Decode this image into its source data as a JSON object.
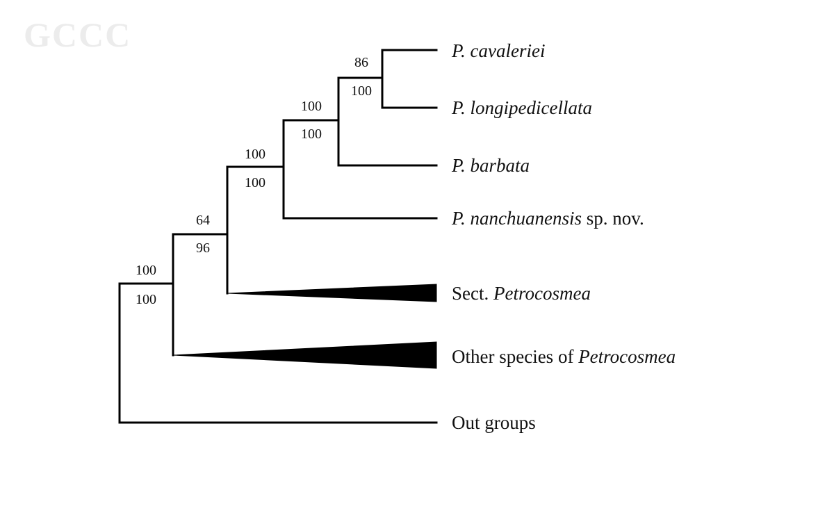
{
  "watermark": "GCCC",
  "taxa": {
    "cavaleriei": {
      "italic": "P. cavaleriei",
      "plain": ""
    },
    "longipedicellata": {
      "italic": "P. longipedicellata",
      "plain": ""
    },
    "barbata": {
      "italic": "P. barbata",
      "plain": ""
    },
    "nanchuanensis": {
      "italic": "P. nanchuanensis",
      "plain": " sp. nov."
    },
    "sect_petrocosmea": {
      "plain": "Sect. ",
      "italic": "Petrocosmea"
    },
    "other_species": {
      "plain": "Other species of ",
      "italic": "Petrocosmea"
    },
    "outgroups": {
      "plain": "Out groups"
    }
  },
  "support": {
    "node_cavaleriei_longipedicellata": {
      "top": "86",
      "bottom": "100"
    },
    "node_with_barbata": {
      "top": "100",
      "bottom": "100"
    },
    "node_with_nanchuanensis": {
      "top": "100",
      "bottom": "100"
    },
    "node_with_sect_petrocosmea": {
      "top": "64",
      "bottom": "96"
    },
    "root_node": {
      "top": "100",
      "bottom": "100"
    }
  }
}
